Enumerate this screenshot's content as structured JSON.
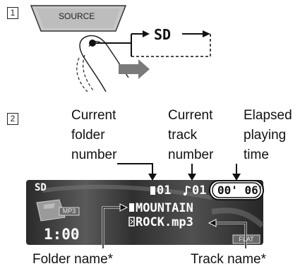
{
  "step1": {
    "number": "1",
    "button_label": "SOURCE",
    "source_name": "SD"
  },
  "step2": {
    "number": "2",
    "labels": {
      "folder_number": [
        "Current",
        "folder",
        "number"
      ],
      "track_number": [
        "Current",
        "track",
        "number"
      ],
      "elapsed_time": [
        "Elapsed",
        "playing",
        "time"
      ],
      "folder_name": "Folder name*",
      "track_name": "Track name*"
    },
    "display": {
      "source": "SD",
      "format_tag": "MP3",
      "folder_number": "01",
      "track_number": "01",
      "elapsed": "00' 06\"",
      "folder_name": "MOUNTAIN",
      "track_name": "ROCK.mp3",
      "clock": "1:00",
      "eq_tag": "FLAT"
    }
  }
}
